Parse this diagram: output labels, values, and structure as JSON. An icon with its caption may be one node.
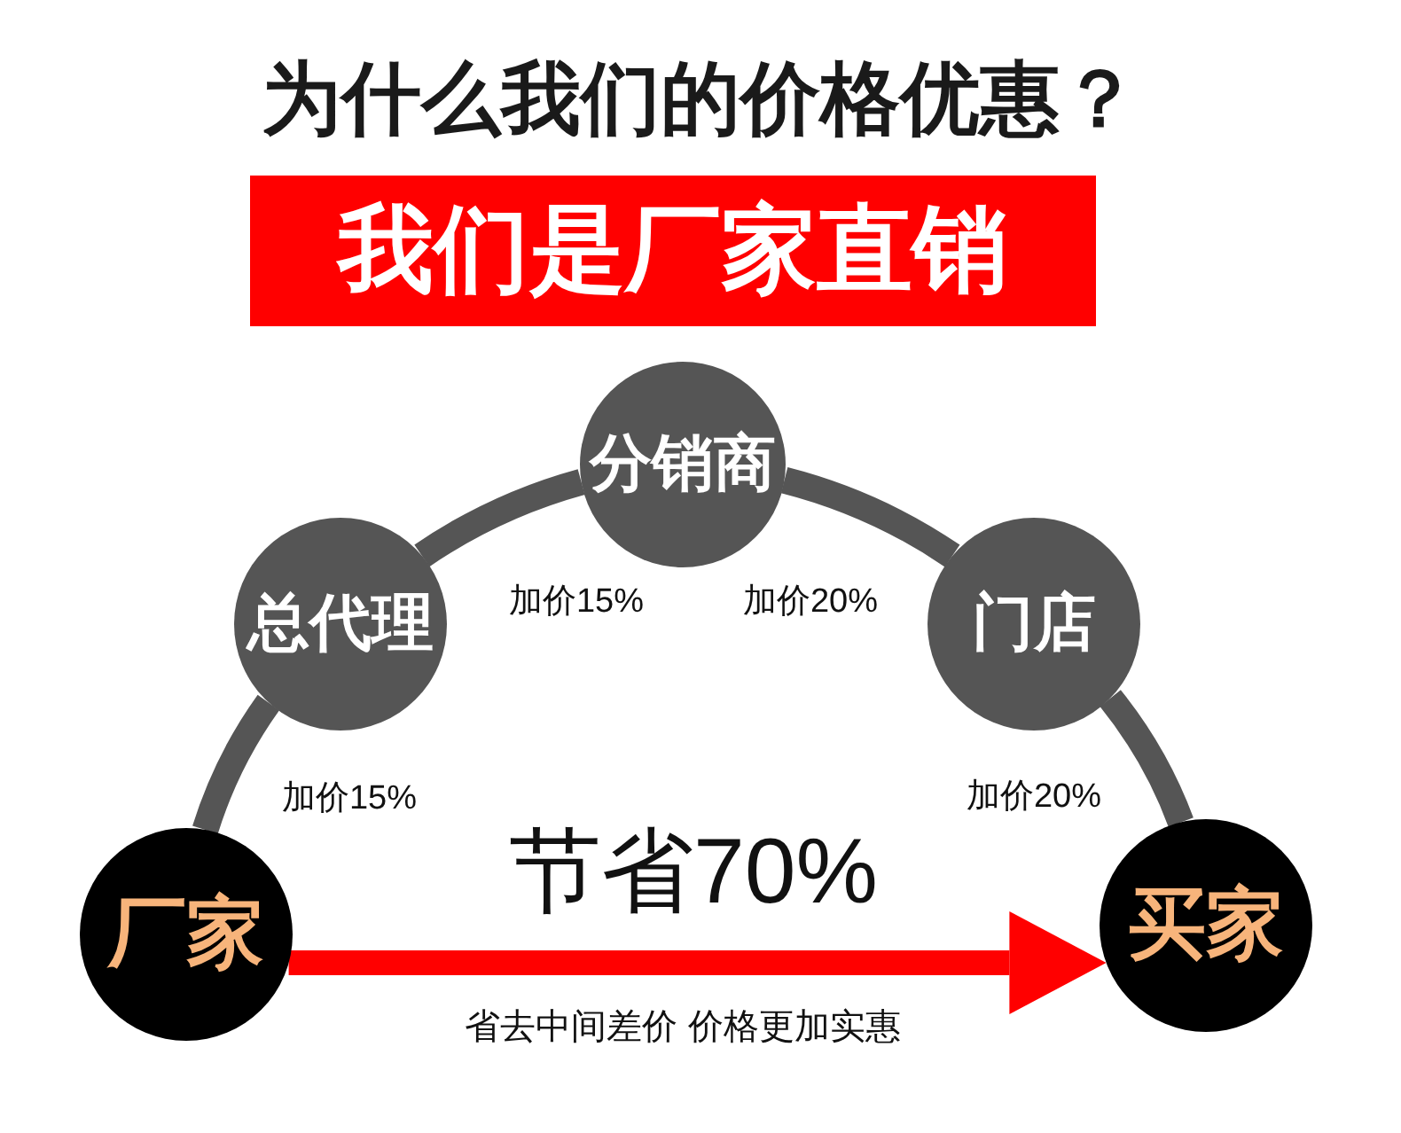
{
  "diagram": {
    "title": "为什么我们的价格优惠？",
    "nodes": [
      {
        "text": [
          "我们是厂家直销"
        ]
      },
      {
        "text": [
          "分销商"
        ]
      },
      {
        "text": [
          "总代理"
        ]
      },
      {
        "text": [
          "门店"
        ]
      },
      {
        "text": [
          "厂家"
        ]
      },
      {
        "text": [
          "买家"
        ]
      }
    ],
    "edges": [
      {
        "from": 4,
        "to": 2,
        "arrow": "none",
        "label": "加价15%"
      },
      {
        "from": 2,
        "to": 1,
        "arrow": "none",
        "label": "加价15%"
      },
      {
        "from": 1,
        "to": 3,
        "arrow": "none",
        "label": "加价20%"
      },
      {
        "from": 3,
        "to": 5,
        "arrow": "none",
        "label": "加价20%"
      },
      {
        "from": 4,
        "to": 5,
        "arrow": "to",
        "label": "节省70%",
        "color": "#ff0000"
      }
    ],
    "labels": [
      "省去中间差价 价格更加实惠"
    ]
  }
}
